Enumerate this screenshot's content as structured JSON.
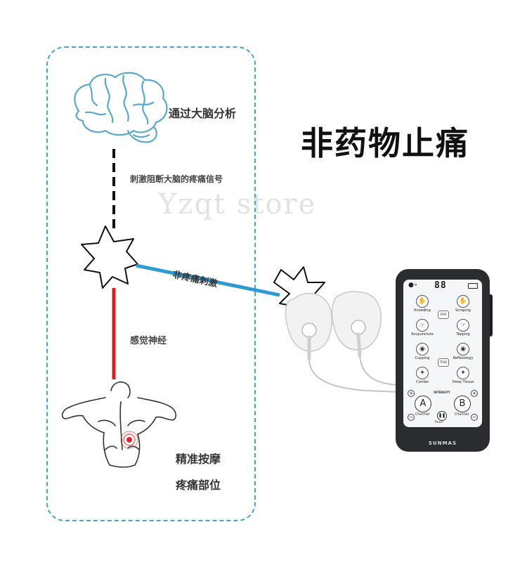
{
  "headline": "非药物止痛",
  "labels": {
    "brain": "通过大脑分析",
    "block": "刺激阻断大脑的疼痛信号",
    "stimulus": "非疼痛刺激",
    "nerve": "感觉神经",
    "site_line1": "精准按摩",
    "site_line2": "疼痛部位"
  },
  "watermark": "Yzqt store",
  "device": {
    "display_digits": "88",
    "brand": "SUNMAS",
    "modes": [
      "Kneading",
      "Scraping",
      "Acupuncture",
      "Tapping",
      "Cupping",
      "Reflexology",
      "Combo",
      "Deep Tissue"
    ],
    "middle_buttons": [
      "EMS",
      "TENS"
    ],
    "channel_a_letter": "A",
    "channel_b_letter": "B",
    "channel_label": "Channel",
    "intensity_label": "INTENSITY",
    "pause_label": "Pause"
  },
  "colors": {
    "panel_border": "#4aa3c9",
    "signal_line_black": "#111111",
    "stimulus_line": "#2e9bd6",
    "nerve_line": "#d62020",
    "pain_point": "#e0262e"
  }
}
